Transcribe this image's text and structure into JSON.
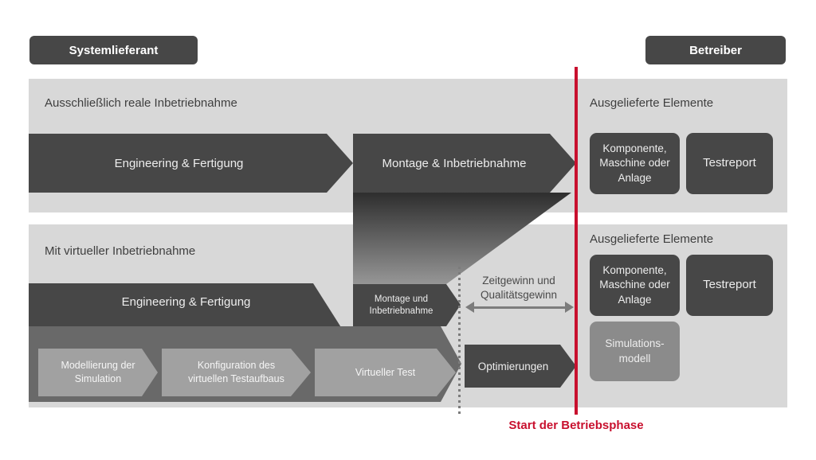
{
  "colors": {
    "dark": "#474747",
    "panel": "#d8d8d8",
    "container": "#696969",
    "light_arrow": "#a1a1a1",
    "sim_box": "#8b8b8b",
    "red": "#c8102e"
  },
  "header": {
    "supplier_badge": "Systemlieferant",
    "operator_badge": "Betreiber"
  },
  "real_row": {
    "title": "Ausschließlich reale Inbetriebnahme",
    "engineering_arrow": "Engineering & Fertigung",
    "montage_arrow": "Montage & Inbetriebnahme",
    "delivered_title": "Ausgelieferte Elemente",
    "delivered_items": [
      "Komponente,\nMaschine oder\nAnlage",
      "Testreport"
    ]
  },
  "virtual_row": {
    "title": "Mit virtueller Inbetriebnahme",
    "engineering_arrow": "Engineering & Fertigung",
    "montage_arrow": "Montage und\nInbetriebnahme",
    "sub_arrows": [
      "Modellierung der\nSimulation",
      "Konfiguration des\nvirtuellen Testaufbaus",
      "Virtueller Test"
    ],
    "optimization_arrow": "Optimierungen",
    "gain_label": "Zeitgewinn und\nQualitätsgewinn",
    "delivered_title": "Ausgelieferte Elemente",
    "delivered_items": [
      "Komponente,\nMaschine oder\nAnlage",
      "Testreport",
      "Simulations-\nmodell"
    ]
  },
  "milestone": {
    "label": "Start der Betriebsphase"
  }
}
